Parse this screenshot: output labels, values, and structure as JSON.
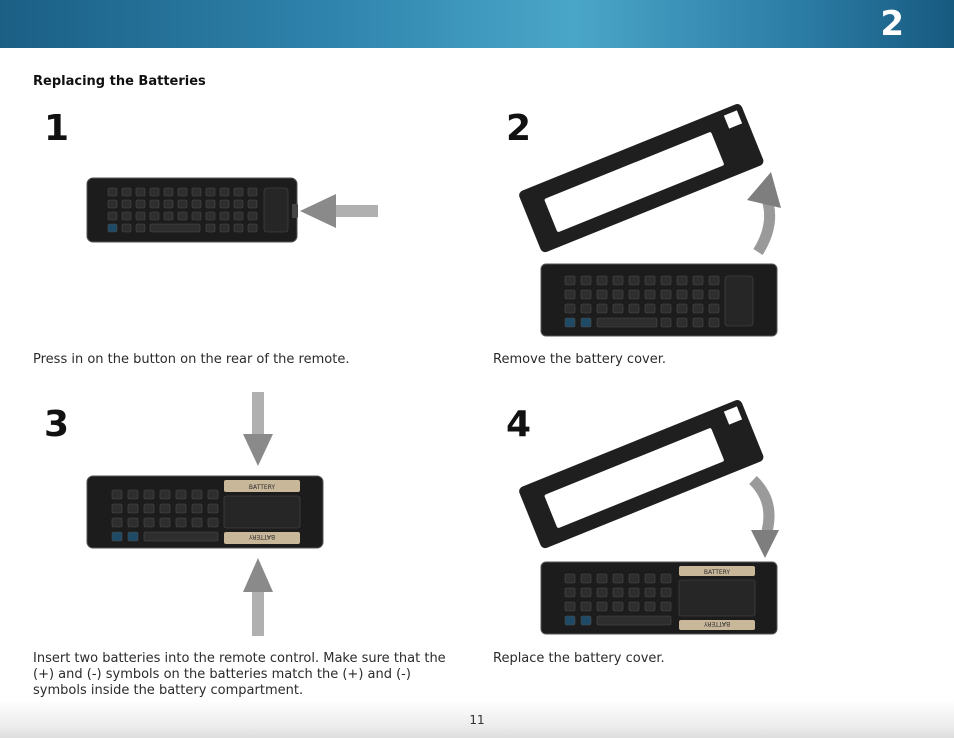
{
  "header": {
    "chapter_number": "2"
  },
  "section_title": "Replacing the Batteries",
  "steps": [
    {
      "number": "1",
      "caption": "Press in on the button on the rear of the remote."
    },
    {
      "number": "2",
      "caption": "Remove the battery cover."
    },
    {
      "number": "3",
      "caption": "Insert two batteries into the remote control. Make sure that the (+) and (-) symbols on the batteries match the (+) and (-) symbols inside the battery compartment."
    },
    {
      "number": "4",
      "caption": "Replace the battery cover."
    }
  ],
  "labels": {
    "battery": "BATTERY"
  },
  "footer": {
    "page_number": "11"
  },
  "colors": {
    "header_blue": "#2f84ad",
    "remote_body": "#1c1c1c",
    "arrow_gray": "#8a8a8a",
    "battery_tan": "#c9b79a"
  }
}
